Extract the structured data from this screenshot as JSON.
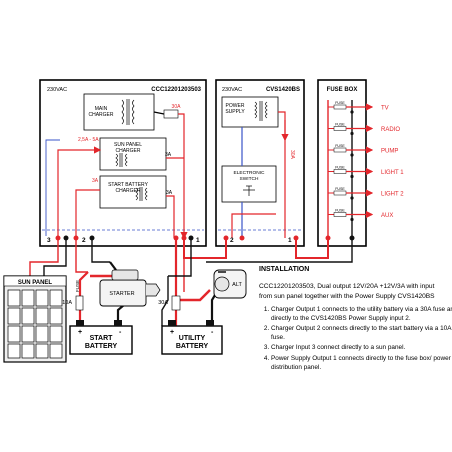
{
  "colors": {
    "red": "#e3262b",
    "blue": "#3a54c8",
    "black": "#111111",
    "border": "#000000",
    "panel_fill": "#f0f0f0"
  },
  "ccc_unit": {
    "voltage_label": "230VAC",
    "model": "CCC12201203503",
    "main_charger_label": "MAIN\nCHARGER",
    "main_fuse": "30A",
    "sun_panel_charger_label": "SUN PANEL\nCHARGER",
    "sun_panel_range": "2,5A - 5A",
    "sun_panel_fuse": "3A",
    "start_battery_charger_label": "START BATTERY\nCHARGER",
    "start_battery_current": "3A",
    "start_battery_fuse": "3A",
    "terminals": [
      "3",
      "2",
      "1"
    ]
  },
  "cvs_unit": {
    "voltage_label": "230VAC",
    "model": "CVS1420BS",
    "power_supply_label": "POWER\nSUPPLY",
    "electronic_switch_label": "ELECTRONIC\nSWITCH",
    "fuse": "30A",
    "terminals": [
      "2",
      "1"
    ]
  },
  "fuse_box": {
    "title": "FUSE BOX",
    "fuse_label": "FUSE",
    "outputs": [
      "TV",
      "RADIO",
      "PUMP",
      "LIGHT 1",
      "LIGHT 2",
      "AUX"
    ]
  },
  "sun_panel": {
    "label": "SUN PANEL"
  },
  "start_battery": {
    "label": "START\nBATTERY",
    "fuse": "10A",
    "fuse_side_label": "FUSE",
    "plus": "+",
    "minus": "-"
  },
  "utility_battery": {
    "label": "UTILITY\nBATTERY",
    "fuse": "30A",
    "plus": "+",
    "minus": "-"
  },
  "starter": {
    "label": "STARTER"
  },
  "alternator": {
    "label": "ALT"
  },
  "installation": {
    "title": "INSTALLATION",
    "intro": "CCC12201203503, Dual output 12V/20A +12V/3A with input from sun panel together with the Power Supply CVS1420BS",
    "steps": [
      "Charger Output 1 connects to the utility battery via a 30A fuse and directly to the CVS1420BS Power Supply input 2.",
      "Charger Output 2 connects directly to the start battery via a 10A fuse.",
      "Charger Input 3 connect directly to a sun panel.",
      "Power Supply Output 1 connects directly to the fuse box/ power distribution panel."
    ]
  }
}
